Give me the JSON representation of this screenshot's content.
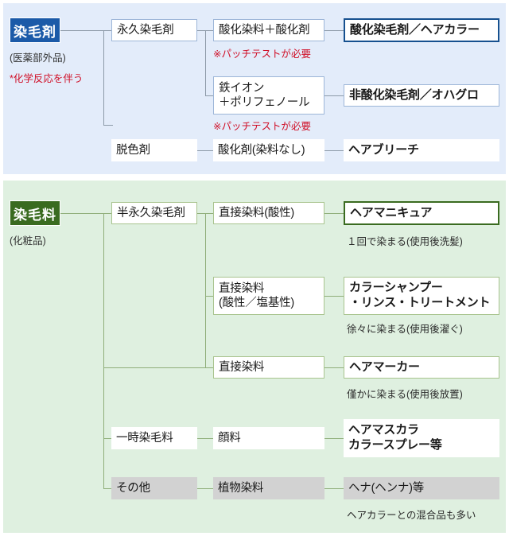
{
  "diagram": {
    "title_hidden": "",
    "colors": {
      "blue_panel": "#e3ecfa",
      "green_panel": "#dff0e0",
      "blue_root": "#1b5aa8",
      "green_root": "#3a6b20",
      "blue_border": "#9db6d8",
      "blue_border_strong": "#16508f",
      "green_border": "#a9c48f",
      "green_border_strong": "#3a6b20",
      "gray_box": "#d2d2d2",
      "red_note": "#d01028",
      "line_blue": "#8d9aa8",
      "line_green": "#8fae7a"
    },
    "top_section": {
      "root": {
        "label": "染毛剤",
        "sub": "(医薬部外品)",
        "note": "*化学反応を伴う"
      },
      "level2": [
        {
          "label": "永久染毛剤"
        },
        {
          "label": "脱色剤"
        }
      ],
      "level3": [
        {
          "label": "酸化染料＋酸化剤",
          "warning": "※パッチテストが必要"
        },
        {
          "label": "鉄イオン\n＋ポリフェノール",
          "warning": "※パッチテストが必要"
        },
        {
          "label": "酸化剤(染料なし)",
          "warning": ""
        }
      ],
      "level4": [
        {
          "label": "酸化染毛剤／ヘアカラー",
          "style": "thick"
        },
        {
          "label": "非酸化染毛剤／オハグロ",
          "style": "thin"
        },
        {
          "label": "ヘアブリーチ",
          "style": "plain"
        }
      ]
    },
    "bottom_section": {
      "root": {
        "label": "染毛料",
        "sub": "(化粧品)"
      },
      "level2": [
        {
          "label": "半永久染毛剤"
        },
        {
          "label": "一時染毛料"
        },
        {
          "label": "その他"
        }
      ],
      "level3": [
        {
          "label": "直接染料(酸性)"
        },
        {
          "label": "直接染料\n(酸性／塩基性)"
        },
        {
          "label": "直接染料"
        },
        {
          "label": "顔料"
        },
        {
          "label": "植物染料"
        }
      ],
      "level4": [
        {
          "label": "ヘアマニキュア",
          "note": "１回で染まる(使用後洗髪)"
        },
        {
          "label": "カラーシャンプー\n・リンス・トリートメント",
          "note": "徐々に染まる(使用後濯ぐ)"
        },
        {
          "label": "ヘアマーカー",
          "note": "僅かに染まる(使用後放置)"
        },
        {
          "label": "ヘアマスカラ\nカラースプレー等",
          "note": ""
        },
        {
          "label": "ヘナ(ヘンナ)等",
          "note": "ヘアカラーとの混合品も多い"
        }
      ]
    }
  }
}
